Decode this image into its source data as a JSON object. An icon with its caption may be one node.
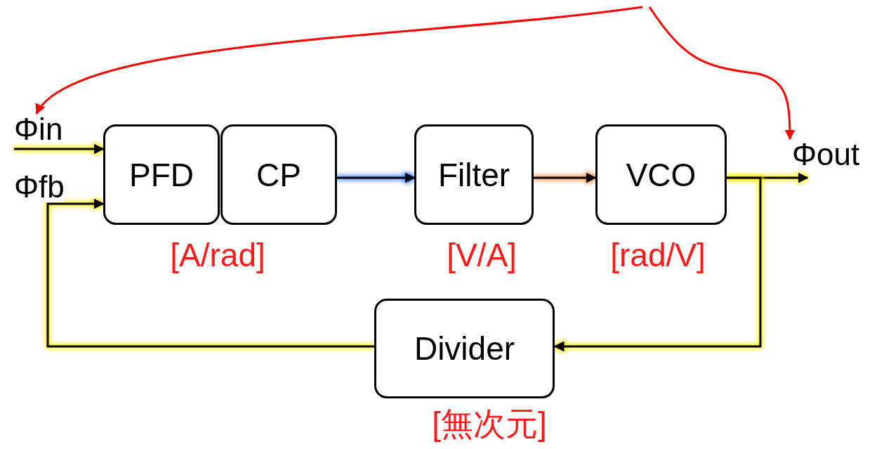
{
  "diagram": {
    "nodes": [
      {
        "text": [
          "Φin"
        ]
      },
      {
        "text": [
          "Φout"
        ]
      },
      {
        "text": [
          "PFD"
        ]
      },
      {
        "text": [
          "CP"
        ]
      },
      {
        "text": [
          "Filter"
        ],
        "beside": [
          "[V/A]"
        ]
      },
      {
        "text": [
          "VCO"
        ],
        "beside": [
          "[rad/V]"
        ]
      },
      {
        "text": [
          "Divider"
        ],
        "beside": [
          "[無次元]"
        ]
      }
    ],
    "edges": [
      {
        "from": 0,
        "to": 2,
        "arrow": "to"
      },
      {
        "from": 6,
        "to": 2,
        "arrow": "to",
        "label": "Φfb"
      },
      {
        "from": 3,
        "to": 4,
        "arrow": "to"
      },
      {
        "from": 4,
        "to": 5,
        "arrow": "to"
      },
      {
        "from": 5,
        "to": 1,
        "arrow": "to"
      },
      {
        "from": 5,
        "to": 6,
        "arrow": "to"
      },
      {
        "from": null,
        "to": 0,
        "arrow": "to",
        "color": "#ff0000"
      },
      {
        "from": null,
        "to": 1,
        "arrow": "to",
        "color": "#ff0000"
      }
    ],
    "labels": [
      "[A/rad]"
    ]
  }
}
